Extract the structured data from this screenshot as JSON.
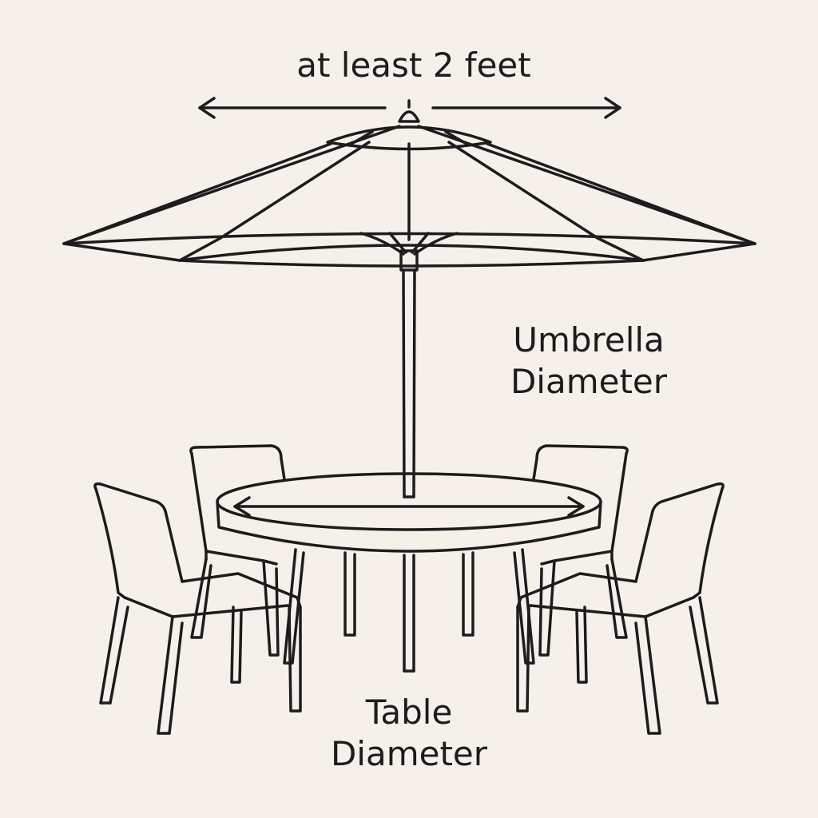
{
  "labels": {
    "clearance": "at least 2 feet",
    "umbrella_line1": "Umbrella",
    "umbrella_line2": "Diameter",
    "table_line1": "Table",
    "table_line2": "Diameter"
  },
  "colors": {
    "background": "#f6f0ea",
    "stroke": "#1c1c1c"
  }
}
